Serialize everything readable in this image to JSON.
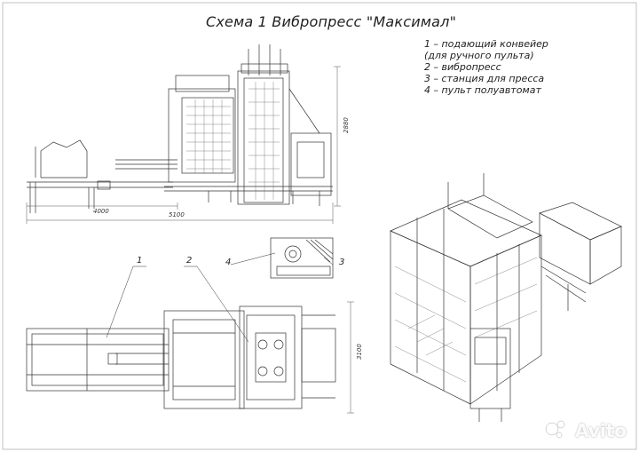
{
  "title": "Схема 1 Вибропресс \"Максимал\"",
  "legend": [
    "1 – подающий конвейер",
    "(для ручного пульта)",
    "2 – вибропресс",
    "3 – станция для пресса",
    "4 – пульт полуавтомат"
  ],
  "dimensions": {
    "height_2880": "2880",
    "length_4000": "4000",
    "length_5100": "5100",
    "width_3100": "3100"
  },
  "callouts": [
    "1",
    "2",
    "3",
    "4"
  ],
  "watermark": {
    "text": "Avito"
  }
}
